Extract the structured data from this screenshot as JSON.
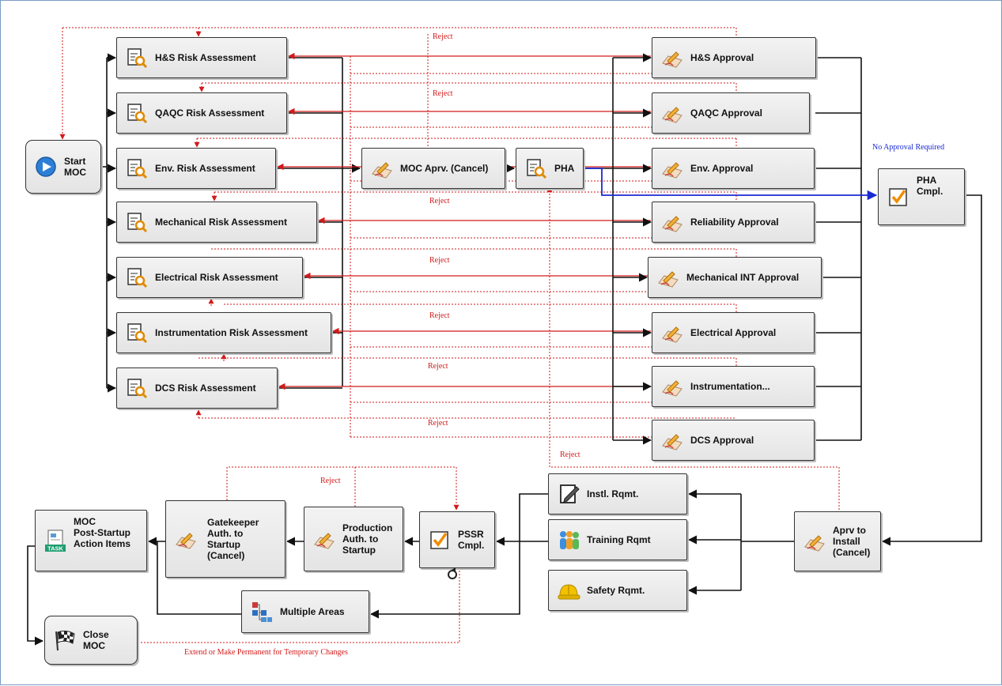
{
  "nodes": {
    "start": {
      "label": "Start\nMOC",
      "icon": "play-icon"
    },
    "hs_risk": {
      "label": "H&S Risk Assessment",
      "icon": "document-search-icon"
    },
    "qaqc_risk": {
      "label": "QAQC Risk Assessment",
      "icon": "document-search-icon"
    },
    "env_risk": {
      "label": "Env. Risk Assessment",
      "icon": "document-search-icon"
    },
    "mech_risk": {
      "label": "Mechanical Risk Assessment",
      "icon": "document-search-icon"
    },
    "elec_risk": {
      "label": "Electrical Risk Assessment",
      "icon": "document-search-icon"
    },
    "inst_risk": {
      "label": "Instrumentation Risk Assessment",
      "icon": "document-search-icon"
    },
    "dcs_risk": {
      "label": "DCS Risk Assessment",
      "icon": "document-search-icon"
    },
    "moc_aprv": {
      "label": "MOC Aprv. (Cancel)",
      "icon": "approval-pen-icon"
    },
    "pha": {
      "label": "PHA",
      "icon": "document-search-icon"
    },
    "hs_appr": {
      "label": "H&S Approval",
      "icon": "approval-pen-icon"
    },
    "qaqc_appr": {
      "label": "QAQC  Approval",
      "icon": "approval-pen-icon"
    },
    "env_appr": {
      "label": "Env. Approval",
      "icon": "approval-pen-icon"
    },
    "rel_appr": {
      "label": "Reliability Approval",
      "icon": "approval-pen-icon"
    },
    "mint_appr": {
      "label": "Mechanical INT Approval",
      "icon": "approval-pen-icon"
    },
    "elec_appr": {
      "label": "Electrical Approval",
      "icon": "approval-pen-icon"
    },
    "inst_appr": {
      "label": "Instrumentation...",
      "icon": "approval-pen-icon"
    },
    "dcs_appr": {
      "label": "DCS Approval",
      "icon": "approval-pen-icon"
    },
    "pha_cmpl": {
      "label": "PHA\nCmpl.",
      "icon": "checkmark-icon"
    },
    "aprv_install": {
      "label": "Aprv to\nInstall\n(Cancel)",
      "icon": "approval-pen-icon"
    },
    "instl_rqmt": {
      "label": "Instl. Rqmt.",
      "icon": "edit-form-icon"
    },
    "training_rqmt": {
      "label": "Training Rqmt",
      "icon": "people-icon"
    },
    "safety_rqmt": {
      "label": "Safety Rqmt.",
      "icon": "hard-hat-icon"
    },
    "pssr": {
      "label": "PSSR\nCmpl.",
      "icon": "checkmark-icon"
    },
    "production": {
      "label": "Production\nAuth. to\nStartup",
      "icon": "approval-pen-icon"
    },
    "gatekeeper": {
      "label": "Gatekeeper\nAuth. to\nStartup\n(Cancel)",
      "icon": "approval-pen-icon"
    },
    "post_startup": {
      "label": "MOC\nPost-Startup\nAction Items",
      "icon": "task-icon"
    },
    "multiple_areas": {
      "label": "Multiple Areas",
      "icon": "multiple-areas-icon"
    },
    "close": {
      "label": "Close\nMOC",
      "icon": "checkered-flag-icon"
    }
  },
  "labels": {
    "reject": "Reject",
    "no_approval": "No Approval Required",
    "extend": "Extend or Make Permanent for Temporary Changes",
    "task_badge": "TASK"
  },
  "colors": {
    "flow": "#111111",
    "reject": "#d21a1a",
    "bypass": "#1a2ad2"
  }
}
